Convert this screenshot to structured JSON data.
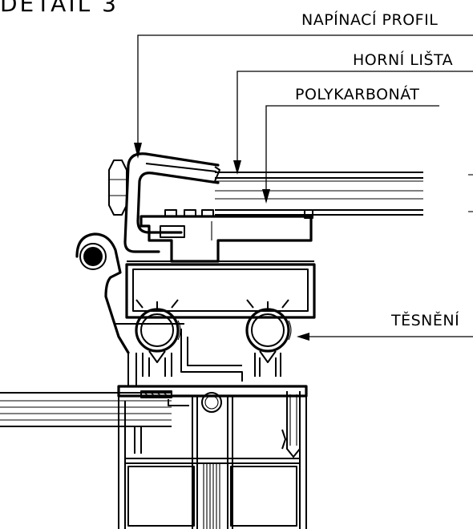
{
  "drawing": {
    "title": "DETAIL 3",
    "labels": {
      "napinaci_profil": "NAPÍNACÍ PROFIL",
      "horni_lista": "HORNÍ LIŠTA",
      "polykarbonat": "POLYKARBONÁT",
      "tesneni": "TĚSNĚNÍ"
    }
  }
}
